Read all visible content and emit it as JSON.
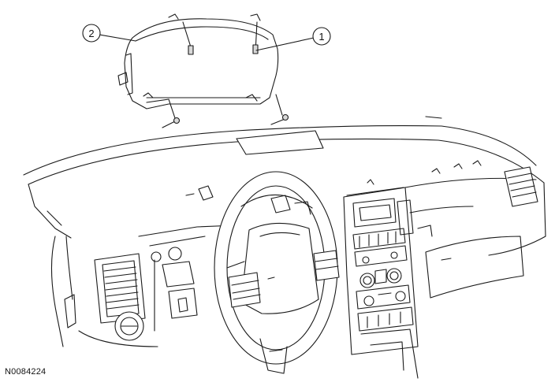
{
  "figure_id": "N0084224",
  "callouts": [
    {
      "label": "1",
      "refers_to": "instrument-cluster-screw"
    },
    {
      "label": "2",
      "refers_to": "instrument-cluster"
    }
  ],
  "colors": {
    "line": "#1a1a1a",
    "fill": "#ffffff",
    "shade": "#d9d9d9"
  }
}
